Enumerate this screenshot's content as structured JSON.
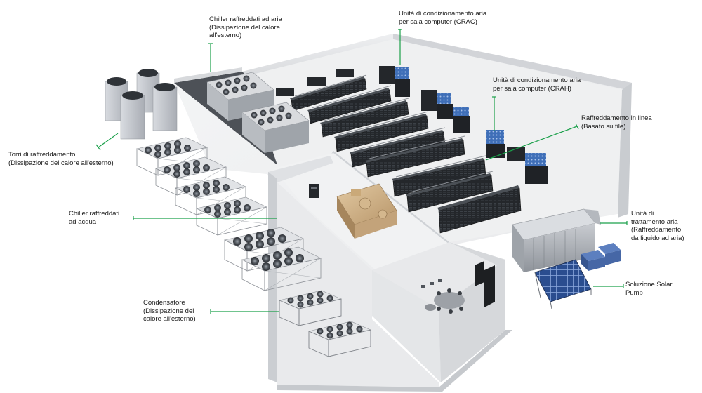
{
  "accent_color": "#1aa04a",
  "labels": {
    "air_chiller": "Chiller raffreddati ad aria\n(Dissipazione del calore\nall'esterno)",
    "crac": "Unità di condizionamento aria\nper sala computer (CRAC)",
    "crah": "Unità di condizionamento aria\nper sala computer (CRAH)",
    "inline": "Raffreddamento in linea\n(Basato su file)",
    "cooling_towers": "Torri di raffreddamento\n(Dissipazione del calore all'esterno)",
    "water_chiller": "Chiller raffreddati\nad acqua",
    "ahu": "Unità di\ntrattamento aria\n(Raffreddamento\nda liquido ad aria)",
    "condenser": "Condensatore\n(Dissipazione del\ncalore all'esterno)",
    "solar": "Soluzione Solar\nPump"
  }
}
